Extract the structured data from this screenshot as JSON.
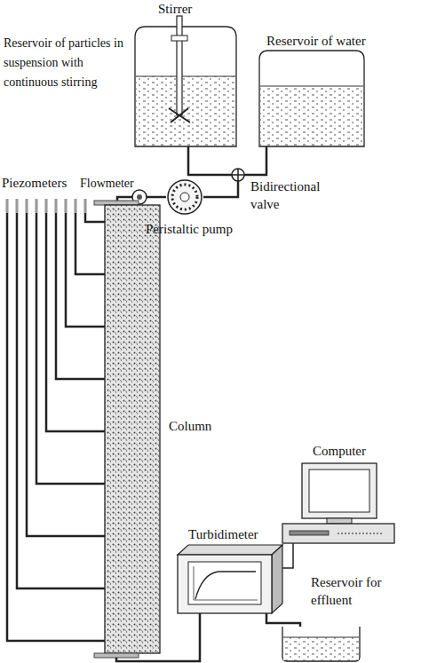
{
  "diagram": {
    "labels": [
      "Stirrer",
      "Reservoir of particles in suspension with continuous stirring",
      "Reservoir of water",
      "Piezometers",
      "Flowmeter",
      "Bidirectional valve",
      "Peristaltic pump",
      "Column",
      "Computer",
      "Turbidimeter",
      "Reservoir for effluent"
    ]
  }
}
